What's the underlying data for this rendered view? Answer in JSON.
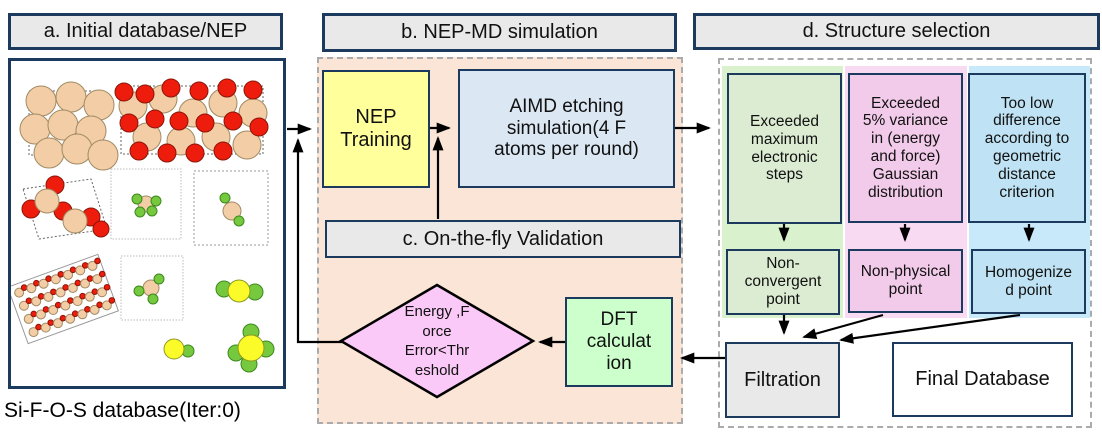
{
  "colors": {
    "dark_border": "#1c3a5e",
    "title_bg": "#e9e9e9",
    "peach_container_bg": "#fbe5d6",
    "nep_yellow": "#ffff9b",
    "aimd_blue": "#dbe7f3",
    "dft_green": "#ccffcc",
    "diamond_pink": "#fac9f7",
    "criteria_green": "#dcecd3",
    "criteria_pink": "#f3cbea",
    "criteria_blue": "#bfe3f4",
    "filtration_gray": "#e9e9e9"
  },
  "panel_a": {
    "title": "a. Initial database/NEP",
    "caption": "Si-F-O-S database(Iter:0)"
  },
  "panel_b": {
    "title": "b. NEP-MD simulation",
    "nep_training_label": "NEP\nTraining",
    "aimd_label": "AIMD etching\nsimulation(4 F\natoms per round)"
  },
  "panel_c": {
    "title": "c. On-the-fly Validation",
    "decision_label": "Energy ,F\norce\nError<Thr\neshold",
    "dft_label": "DFT\ncalculat\nion"
  },
  "panel_d": {
    "title": "d. Structure selection",
    "criteria": [
      {
        "condition": "Exceeded\nmaximum\nelectronic\nsteps",
        "result": "Non-\nconvergent\npoint"
      },
      {
        "condition": "Exceeded\n5% variance\nin (energy\nand force)\nGaussian\ndistribution",
        "result": "Non-physical\npoint"
      },
      {
        "condition": "Too low\ndifference\naccording to\ngeometric\ndistance\ncriterion",
        "result": "Homogenize\nd point"
      }
    ],
    "filtration_label": "Filtration",
    "final_database_label": "Final Database"
  }
}
